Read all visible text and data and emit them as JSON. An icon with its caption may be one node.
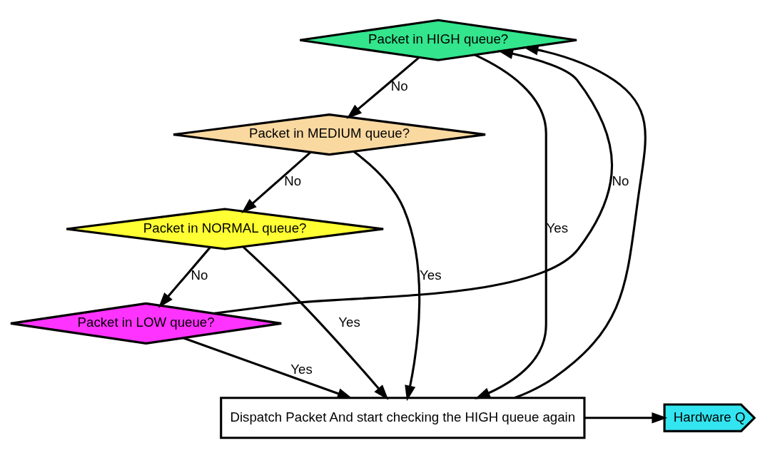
{
  "diagram": {
    "nodes": [
      {
        "text": [
          "Packet in HIGH queue?"
        ]
      },
      {
        "text": [
          "Packet in MEDIUM queue?"
        ]
      },
      {
        "text": [
          "Packet in NORMAL queue?"
        ]
      },
      {
        "text": [
          "Packet in LOW queue?"
        ]
      },
      {
        "text": [
          "Dispatch Packet And start checking the HIGH queue again"
        ]
      },
      {
        "text": [
          "Hardware Q"
        ]
      }
    ],
    "edges": [
      {
        "from": 0,
        "to": 1,
        "label": "No",
        "arrow": "to"
      },
      {
        "from": 1,
        "to": 2,
        "label": "No",
        "arrow": "to"
      },
      {
        "from": 2,
        "to": 3,
        "label": "No",
        "arrow": "to"
      },
      {
        "from": 3,
        "to": 0,
        "label": "No",
        "arrow": "to"
      },
      {
        "from": 0,
        "to": 4,
        "label": "Yes",
        "arrow": "to"
      },
      {
        "from": 1,
        "to": 4,
        "label": "Yes",
        "arrow": "to"
      },
      {
        "from": 2,
        "to": 4,
        "label": "Yes",
        "arrow": "to"
      },
      {
        "from": 3,
        "to": 4,
        "label": "Yes",
        "arrow": "to"
      },
      {
        "from": 4,
        "to": 0,
        "arrow": "to"
      },
      {
        "from": 4,
        "to": 5,
        "arrow": "to"
      }
    ]
  }
}
